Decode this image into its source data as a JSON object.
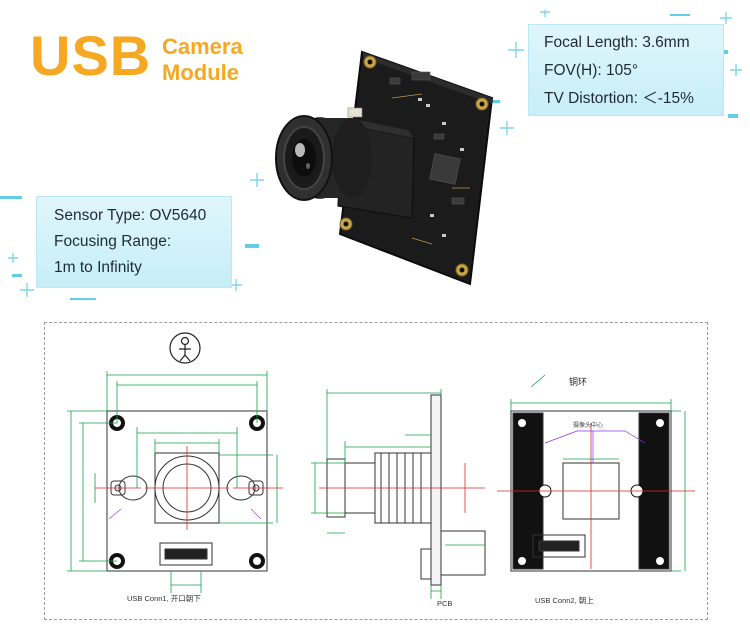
{
  "title": {
    "main": "USB",
    "line1": "Camera",
    "line2": "Module"
  },
  "specs_right": [
    "Focal Length: 3.6mm",
    "FOV(H): 105°",
    "TV Distortion: ＜-15%"
  ],
  "specs_left": [
    "Sensor Type: OV5640",
    "Focusing Range:",
    "1m to Infinity"
  ],
  "drawing": {
    "front_caption": "USB Conn1, 开口朝下",
    "side_caption": "PCB",
    "back_caption": "USB Conn2, 朝上",
    "ring_label": "铜环",
    "center_label": "摄像头中心"
  },
  "colors": {
    "title": "#f7a823",
    "dimension_lines": "#16a34a",
    "center_marks": "#dc2626",
    "callouts": "#9333ea",
    "info_box": "#c7eef8"
  }
}
